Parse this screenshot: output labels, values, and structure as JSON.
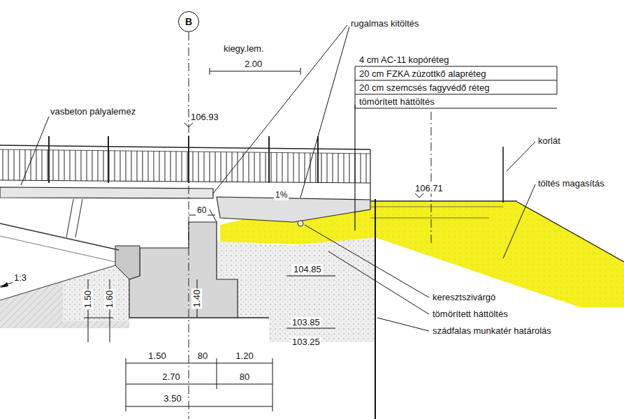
{
  "diagram": {
    "nodes": [
      {
        "text": [
          "B"
        ]
      }
    ],
    "labels": [
      "rugalmas kitöltés",
      "kiegy.lem.",
      "2.00",
      "4 cm AC-11 kopóréteg",
      "20 cm FZKA zúzottkő alapréteg",
      "20 cm szemcsés fagyvédő réteg",
      "tömörített háttöltés",
      "vasbeton pályalemez",
      "106.93",
      "korlát",
      "töltés magasítás",
      "106.71",
      "60",
      "1%",
      "1:3",
      "104.85",
      "103.85",
      "103.25",
      "1.40",
      "1.50",
      "1.60",
      "keresztszivárgó",
      "tömörített háttöltés",
      "szádfalas munkatér határolás",
      "1.50",
      "80",
      "1.20",
      "2.70",
      "80",
      "3.50"
    ]
  }
}
